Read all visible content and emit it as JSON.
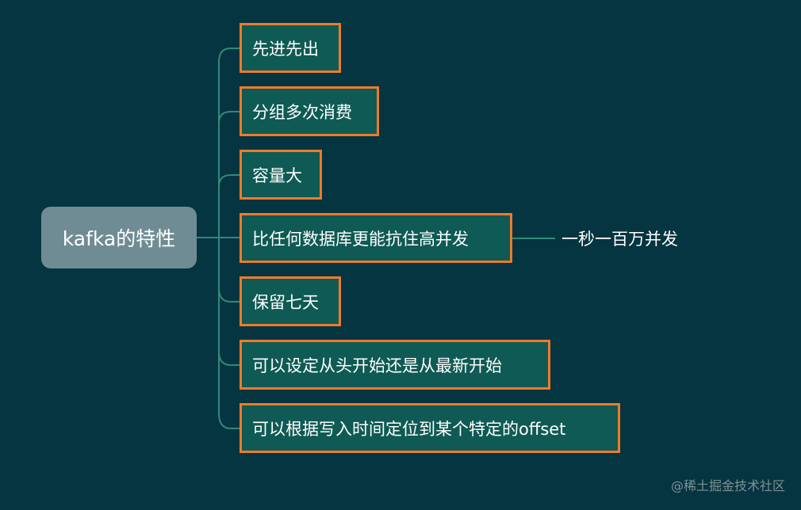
{
  "root": {
    "label": "kafka的特性"
  },
  "features": [
    {
      "label": "先进先出"
    },
    {
      "label": "分组多次消费"
    },
    {
      "label": "容量大"
    },
    {
      "label": "比任何数据库更能抗住高并发",
      "sub": "一秒一百万并发"
    },
    {
      "label": "保留七天"
    },
    {
      "label": "可以设定从头开始还是从最新开始"
    },
    {
      "label": "可以根据写入时间定位到某个特定的offset"
    }
  ],
  "watermark": "@稀土掘金技术社区",
  "colors": {
    "background": "#053540",
    "root_fill": "#6f8c94",
    "node_fill": "#0f5a54",
    "node_border": "#f07a2a",
    "connector": "#2f8a7a"
  }
}
